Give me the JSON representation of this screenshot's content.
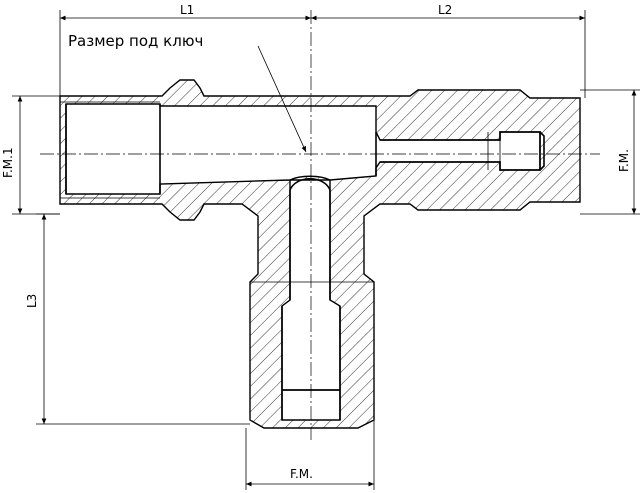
{
  "labels": {
    "l1": "L1",
    "l2": "L2",
    "l3": "L3",
    "fm1": "F.M.1",
    "fm_right": "F.M.",
    "fm_bottom": "F.M.",
    "wrench": "Размер под ключ"
  },
  "colors": {
    "line": "#000000",
    "background": "#ffffff"
  }
}
